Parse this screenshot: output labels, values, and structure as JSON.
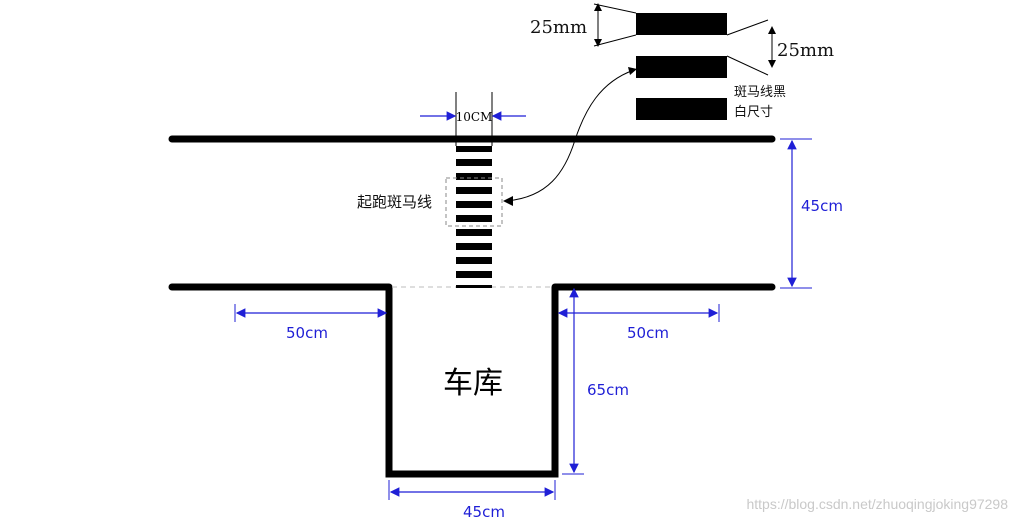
{
  "colors": {
    "track": "#000000",
    "dimension": "#1f1fd6",
    "annotation_text": "#111111",
    "dashed_box": "#8a8a8a",
    "watermark": "#c9c9c9"
  },
  "labels": {
    "start_zebra": "起跑斑马线",
    "zebra_size_line1": "斑马线黑",
    "zebra_size_line2": "白尺寸",
    "garage": "车库",
    "stripe_height_left": "25mm",
    "stripe_gap_right": "25mm",
    "zebra_width": "10CM"
  },
  "dimensions": {
    "track_width": "45cm",
    "left_offset": "50cm",
    "right_offset": "50cm",
    "garage_depth": "65cm",
    "garage_width": "45cm"
  },
  "watermark": "https://blog.csdn.net/zhuoqingjoking97298"
}
